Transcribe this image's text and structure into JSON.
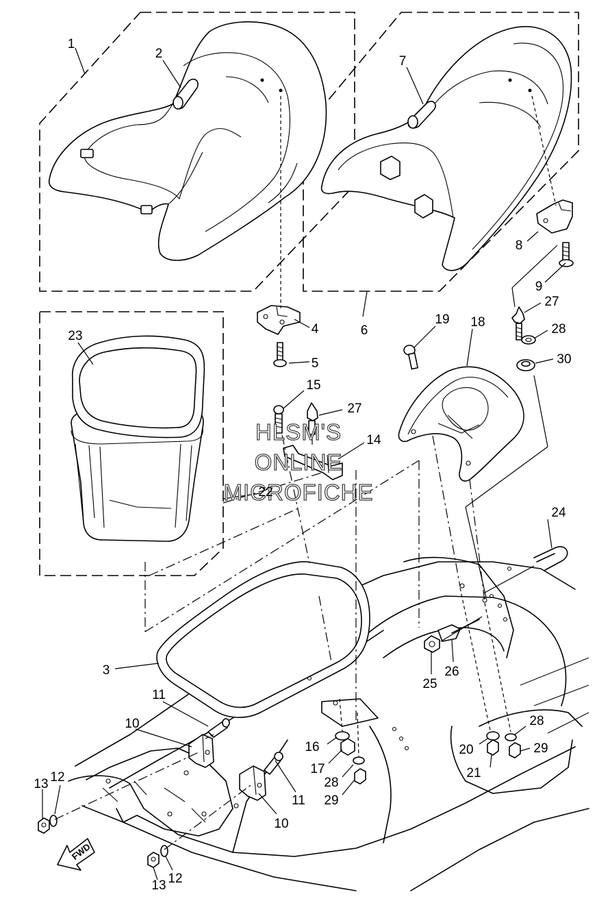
{
  "watermark": {
    "line1": "HLSM'S",
    "line2": "ONLINE",
    "line3": "MICROFICHE"
  },
  "direction_label": "FWD",
  "callouts": [
    "1",
    "2",
    "3",
    "4",
    "5",
    "6",
    "7",
    "8",
    "9",
    "10",
    "10",
    "11",
    "11",
    "12",
    "12",
    "13",
    "13",
    "14",
    "15",
    "16",
    "17",
    "18",
    "19",
    "20",
    "21",
    "22",
    "23",
    "24",
    "25",
    "26",
    "27",
    "27",
    "28",
    "28",
    "28",
    "29",
    "29",
    "30"
  ]
}
